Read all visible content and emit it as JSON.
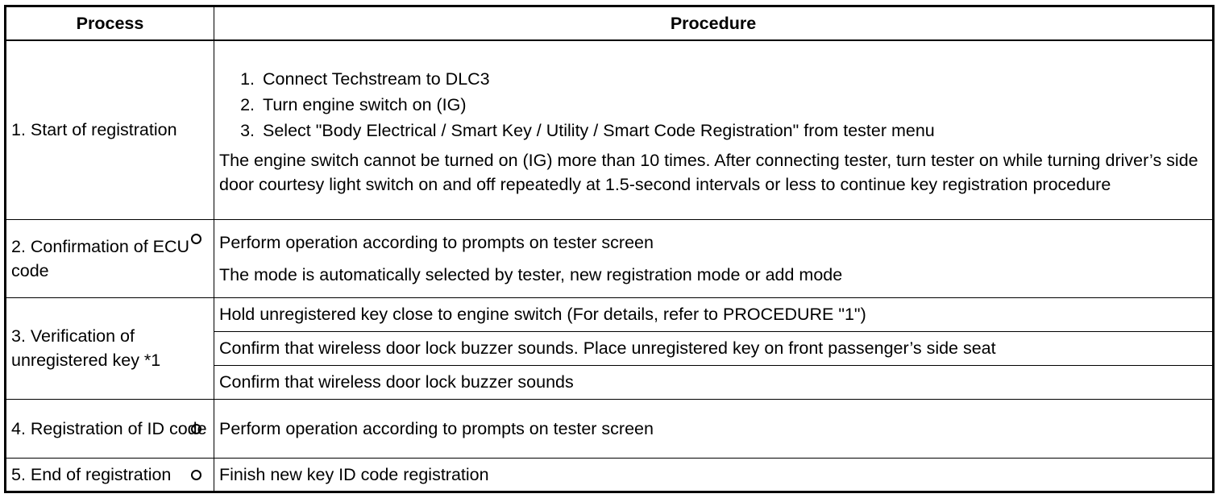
{
  "header": {
    "process": "Process",
    "procedure": "Procedure"
  },
  "rows": {
    "r1": {
      "process": "1. Start of registration",
      "steps": [
        "Connect Techstream to DLC3",
        "Turn engine switch on (IG)",
        "Select \"Body Electrical / Smart Key / Utility / Smart Code Registration\" from tester menu"
      ],
      "note": "The engine switch cannot be turned on (IG) more than 10 times. After connecting tester, turn tester on while turning driver’s side door courtesy light switch on and off repeatedly at 1.5-second intervals or less to continue key registration procedure"
    },
    "r2": {
      "process": "2. Confirmation of ECU code",
      "procedure": "Perform operation according to prompts on tester screen",
      "note": "The mode is automatically selected by tester, new registration mode or add mode"
    },
    "r3": {
      "process": "3. Verification of unregistered key *1",
      "procedures": [
        "Hold unregistered key close to engine switch (For details, refer to PROCEDURE \"1\")",
        "Confirm that wireless door lock buzzer sounds. Place unregistered key on front passenger’s side seat",
        "Confirm that wireless door lock buzzer sounds"
      ]
    },
    "r4": {
      "process": "4. Registration of ID code",
      "procedure": "Perform operation according to prompts on tester screen"
    },
    "r5": {
      "process": "5. End of registration",
      "procedure": "Finish new key ID code registration"
    }
  },
  "icons": {
    "marker": "circle-marker-icon"
  }
}
